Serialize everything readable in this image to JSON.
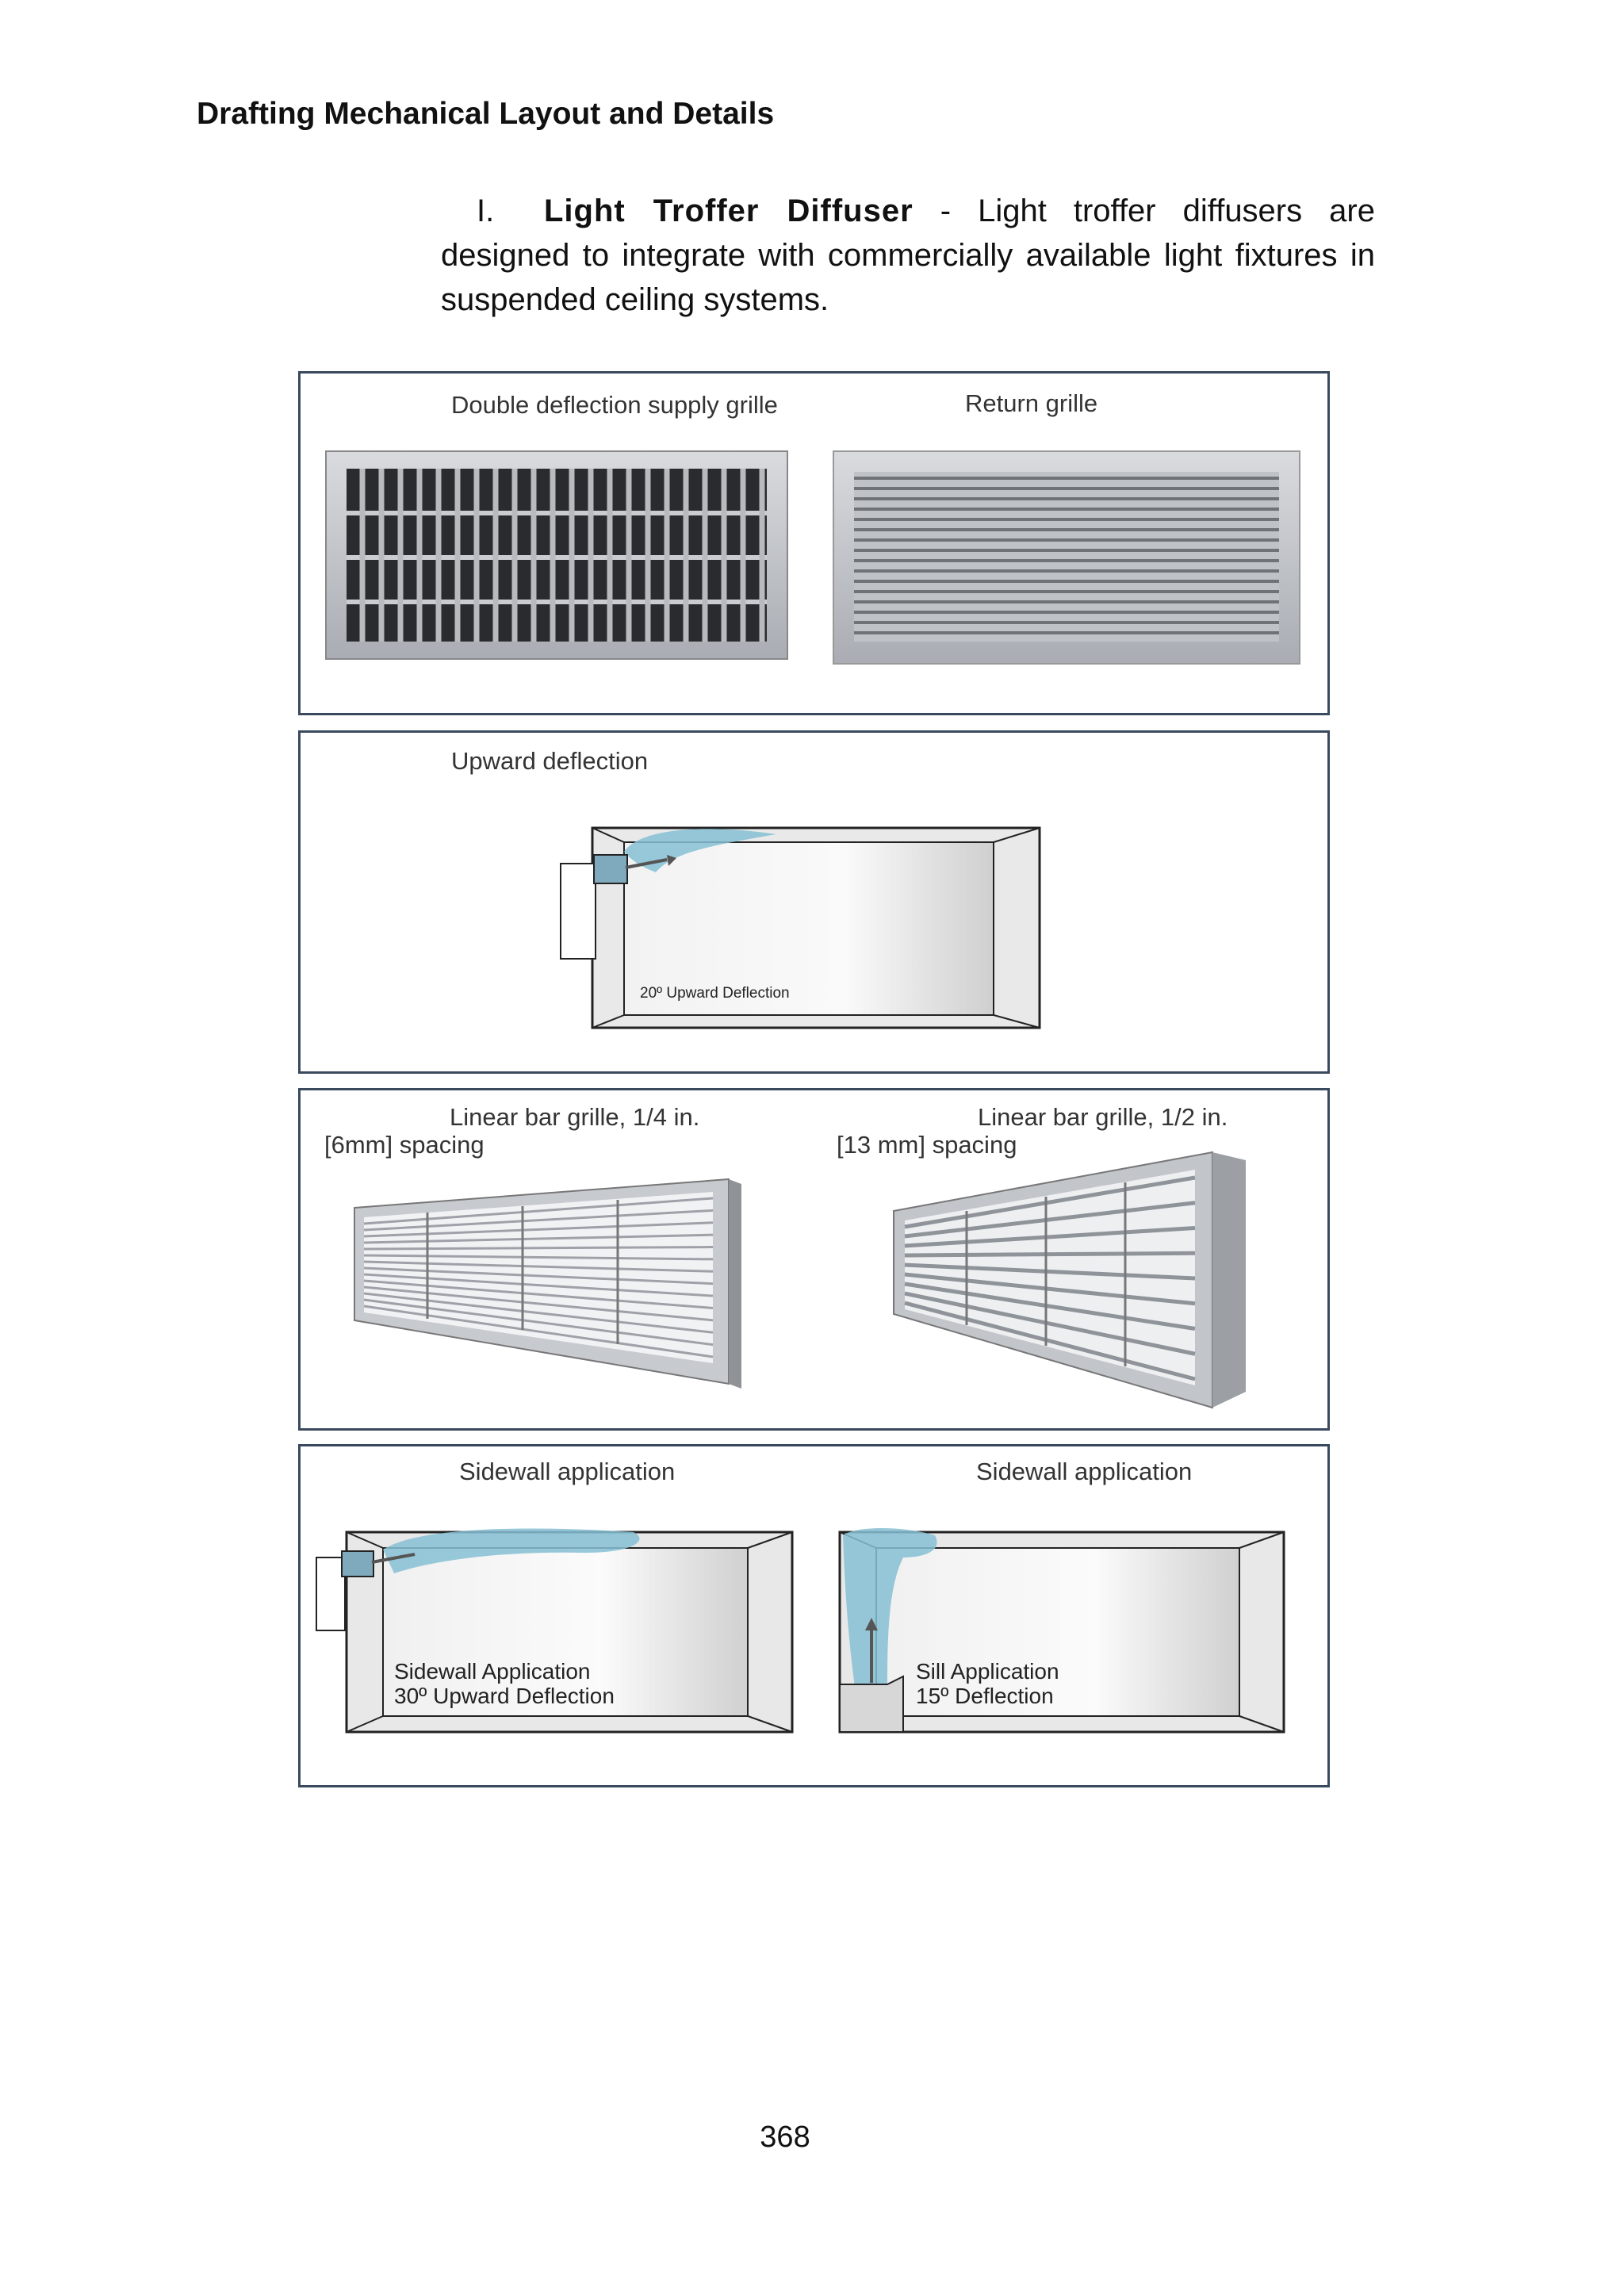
{
  "header": "Drafting Mechanical Layout and Details",
  "section": {
    "numeral": "I.",
    "term": "Light Troffer Diffuser",
    "text": " - Light troffer diffusers are designed to integrate with commercially available light fixtures in suspended ceiling systems."
  },
  "panels": {
    "p1": {
      "left_label": "Double deflection supply grille",
      "right_label": "Return grille"
    },
    "p2": {
      "label": "Upward deflection",
      "inner": "20º Upward Deflection"
    },
    "p3": {
      "left_label_1": "Linear bar grille, 1/4 in.",
      "left_label_2": "[6mm] spacing",
      "right_label_1": "Linear bar grille, 1/2 in.",
      "right_label_2": "[13 mm] spacing"
    },
    "p4": {
      "left_label": "Sidewall application",
      "right_label": "Sidewall application",
      "left_inner_1": "Sidewall Application",
      "left_inner_2": "30º Upward Deflection",
      "right_inner_1": "Sill Application",
      "right_inner_2": "15º Deflection"
    }
  },
  "page_number": "368",
  "colors": {
    "panel_border": "#3a4a5e",
    "airflow": "#7fb7cc"
  }
}
